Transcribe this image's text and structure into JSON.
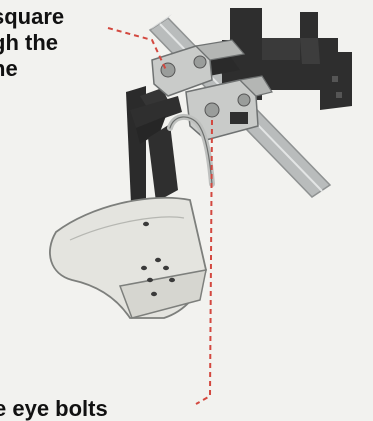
{
  "callouts": {
    "top": {
      "lines": [
        "square",
        "gh the",
        "ne"
      ]
    },
    "bottom": {
      "text": "e eye bolts"
    }
  },
  "colors": {
    "background": "#f2f2ef",
    "frame": "#2e2e2e",
    "shaft": "#b9bcbc",
    "clamp_metal": "#c9cbc9",
    "moldboard": "#e4e4df",
    "leader_line": "#d3483f",
    "callout_text": "#111111"
  },
  "parts": [
    "frame-bracket",
    "square-shaft",
    "clamp-assembly",
    "eye-bolt",
    "plow-shank",
    "moldboard-blade"
  ]
}
